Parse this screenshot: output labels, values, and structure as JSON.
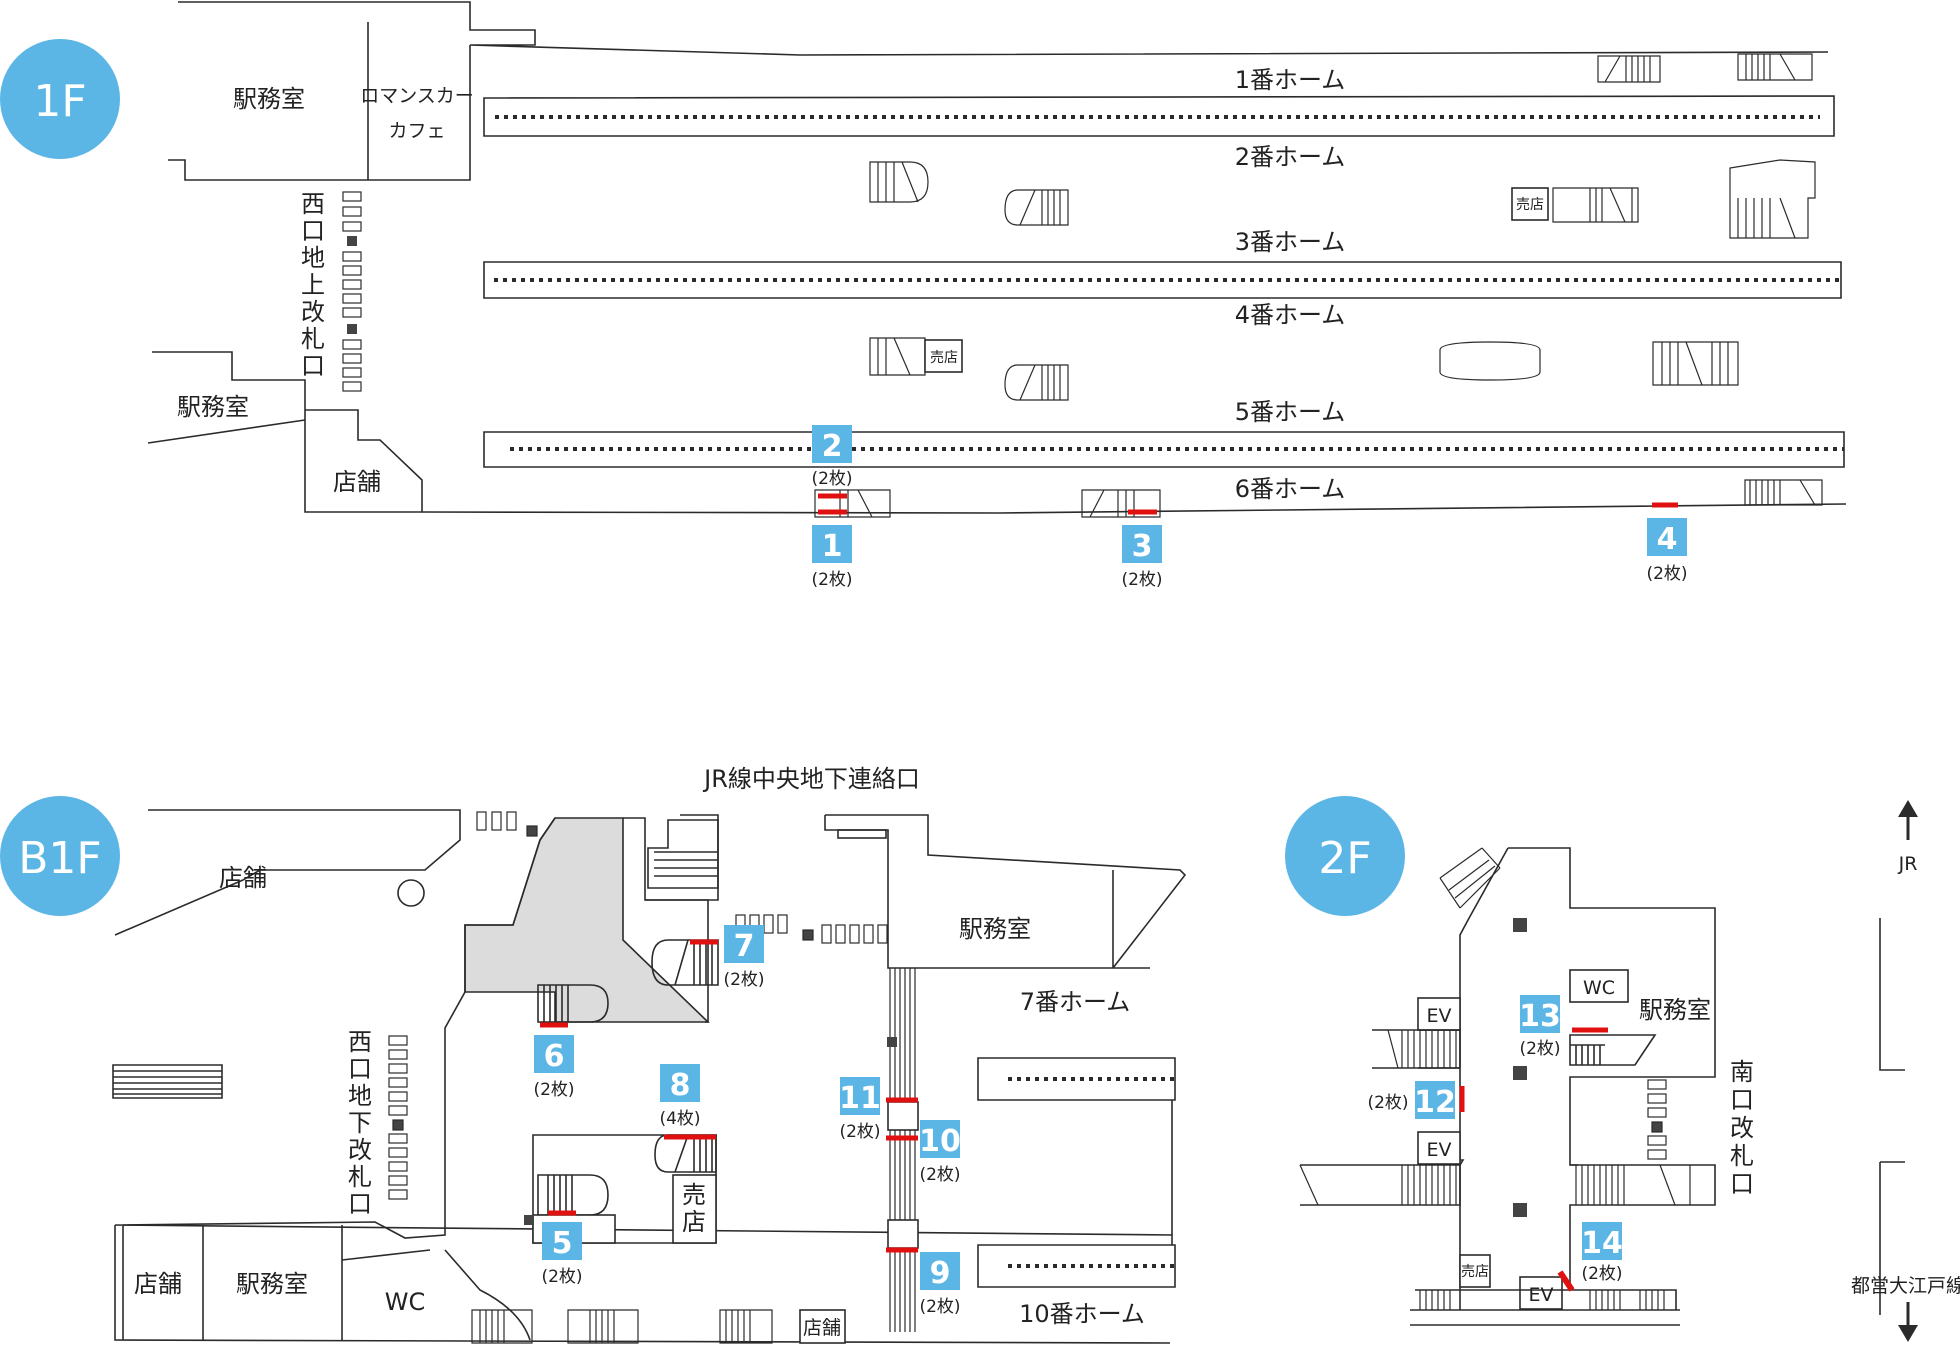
{
  "floors": {
    "f1": "1F",
    "b1": "B1F",
    "f2": "2F"
  },
  "labels_1f": {
    "ekimushitsu_a": "駅務室",
    "romancecar_cafe_1": "ロマンスカー",
    "romancecar_cafe_2": "カフェ",
    "nishi_chijo_gate": [
      "西",
      "口",
      "地",
      "上",
      "改",
      "札",
      "口"
    ],
    "ekimushitsu_b": "駅務室",
    "tenpo": "店舗",
    "baiten_a": "売店",
    "baiten_b": "売店",
    "platforms": [
      "1番ホーム",
      "2番ホーム",
      "3番ホーム",
      "4番ホーム",
      "5番ホーム",
      "6番ホーム"
    ]
  },
  "labels_b1f": {
    "jr_link": "JR線中央地下連絡口",
    "tenpo_a": "店舗",
    "ekimushitsu": "駅務室",
    "platform_7": "7番ホーム",
    "platform_10": "10番ホーム",
    "nishi_chika_gate": [
      "西",
      "口",
      "地",
      "下",
      "改",
      "札",
      "口"
    ],
    "baiten": [
      "売",
      "店"
    ],
    "tenpo_b": "店舗",
    "ekimushitsu_b": "駅務室",
    "wc": "WC",
    "tenpo_c": "店舗"
  },
  "labels_2f": {
    "ev": "EV",
    "wc": "WC",
    "ekimushitsu": "駅務室",
    "minami_gate": [
      "南",
      "口",
      "改",
      "札",
      "口"
    ],
    "baiten": "売店",
    "jr": "JR",
    "toei": "都営大江戸線"
  },
  "badges": [
    {
      "num": "1",
      "count": "(2枚)"
    },
    {
      "num": "2",
      "count": "(2枚)"
    },
    {
      "num": "3",
      "count": "(2枚)"
    },
    {
      "num": "4",
      "count": "(2枚)"
    },
    {
      "num": "5",
      "count": "(2枚)"
    },
    {
      "num": "6",
      "count": "(2枚)"
    },
    {
      "num": "7",
      "count": "(2枚)"
    },
    {
      "num": "8",
      "count": "(4枚)"
    },
    {
      "num": "9",
      "count": "(2枚)"
    },
    {
      "num": "10",
      "count": "(2枚)"
    },
    {
      "num": "11",
      "count": "(2枚)"
    },
    {
      "num": "12",
      "count": "(2枚)"
    },
    {
      "num": "13",
      "count": "(2枚)"
    },
    {
      "num": "14",
      "count": "(2枚)"
    }
  ],
  "colors": {
    "accent": "#5bb6e6",
    "marker": "#e01010",
    "shade": "#dcdcdc"
  }
}
